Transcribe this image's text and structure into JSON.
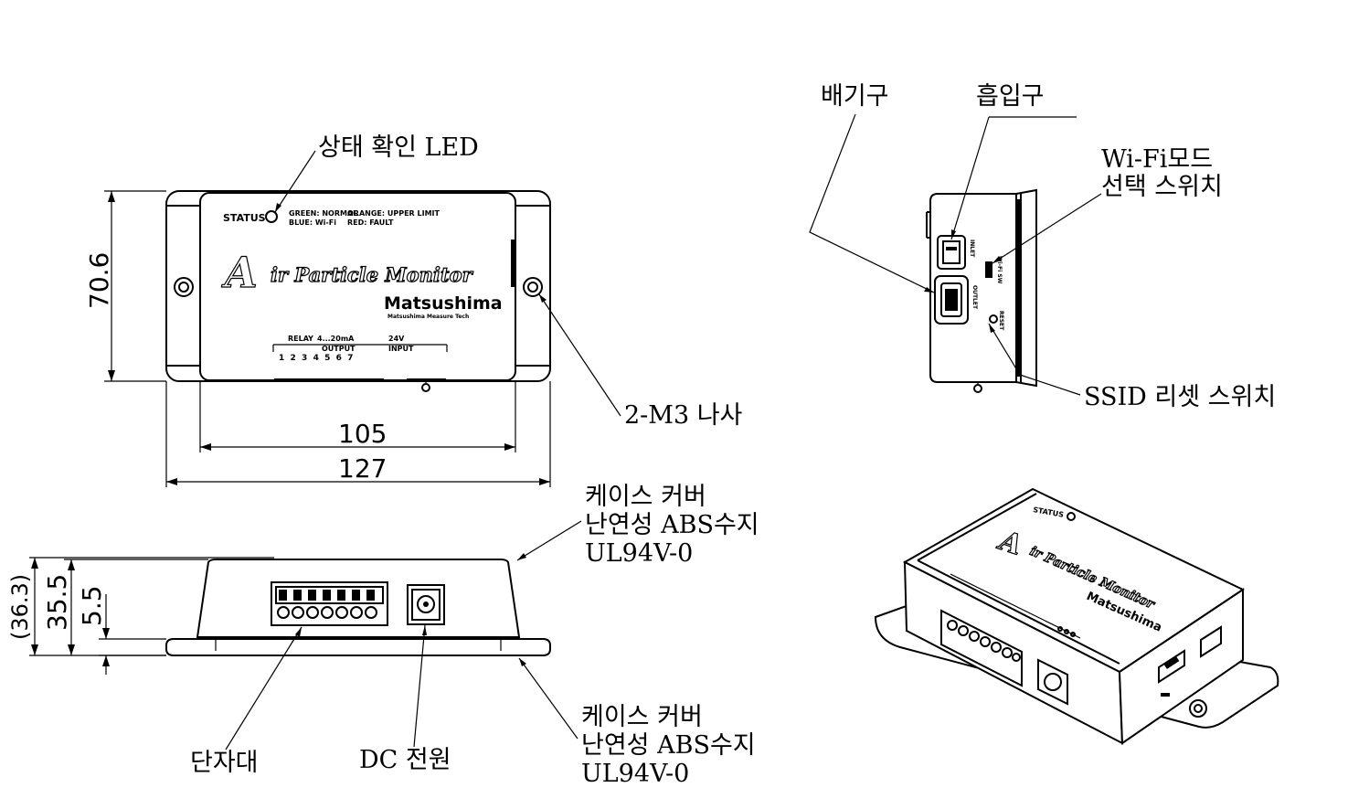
{
  "labels": {
    "status_led": "상태 확인 LED",
    "screw": "2-M3 나사",
    "exhaust": "배기구",
    "intake": "흡입구",
    "wifi_switch_line1": "Wi-Fi모드",
    "wifi_switch_line2": "선택 스위치",
    "ssid_reset": "SSID 리셋 스위치",
    "case_cover_top_1": "케이스 커버",
    "case_cover_top_2": "난연성 ABS수지",
    "case_cover_top_3": "UL94V-0",
    "case_cover_bottom_1": "케이스 커버",
    "case_cover_bottom_2": "난연성 ABS수지",
    "case_cover_bottom_3": "UL94V-0",
    "terminal_block": "단자대",
    "dc_power": "DC 전원"
  },
  "dimensions": {
    "inner_width": "105",
    "outer_width": "127",
    "height": "70.6",
    "total_height": "(36.3)",
    "body_height": "35.5",
    "flange_height": "5.5"
  },
  "device": {
    "status_text": "STATUS",
    "legend_left_1": "GREEN: NORMAL",
    "legend_left_2": "BLUE: Wi-Fi",
    "legend_right_1": "ORANGE: UPPER LIMIT",
    "legend_right_2": "RED: FAULT",
    "logo_initial": "A",
    "logo_text": "ir Particle Monitor",
    "brand": "Matsushima",
    "brand_sub": "Matsushima Measure Tech",
    "relay_label": "RELAY",
    "current_label": "4...20mA",
    "voltage_label": "24V",
    "output_label": "OUTPUT",
    "input_label": "INPUT",
    "terminal_numbers": "1  2  3  4  5  6  7",
    "port_outlet": "OUTLET",
    "port_inlet": "INLET",
    "switch_tag": "Wi-Fi SW",
    "reset_tag": "RESET"
  }
}
